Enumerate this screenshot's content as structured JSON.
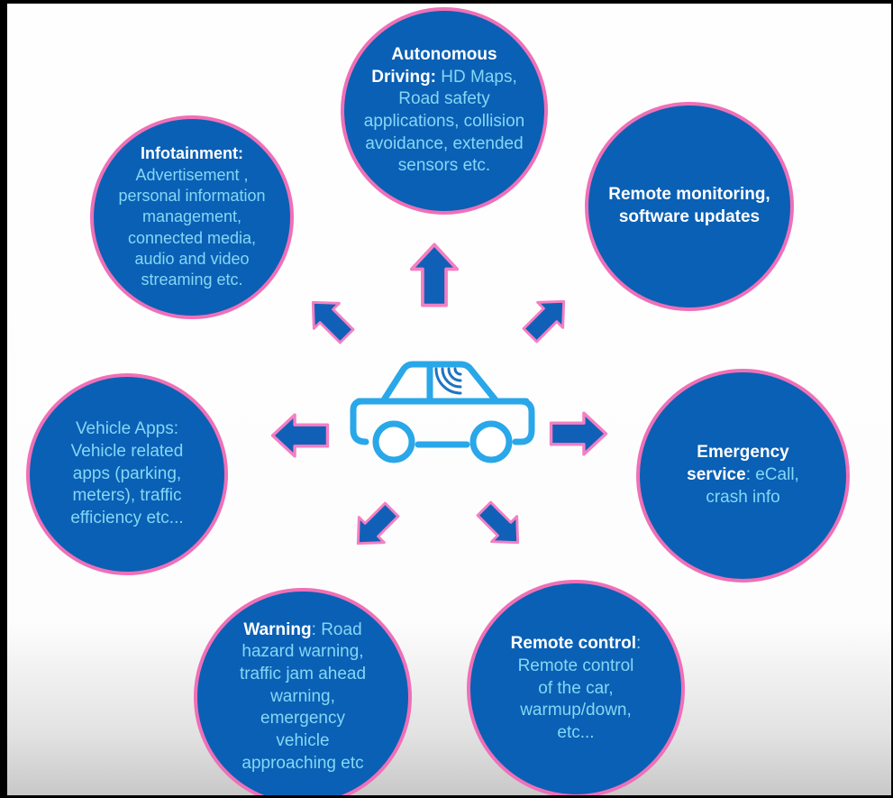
{
  "diagram": {
    "center_icon": "connected-car-icon",
    "colors": {
      "circle_fill": "#0a60b4",
      "circle_border": "#ef70b7",
      "title_text": "#ffffff",
      "body_text": "#85d7f6",
      "arrow_fill": "#1160b8",
      "arrow_border": "#f47fc2",
      "car_outline": "#29a7e9",
      "wifi_signal": "#1d74c0",
      "frame": "#000000",
      "background_bottom": "#c7c7c7"
    },
    "nodes": [
      {
        "id": "autonomous-driving",
        "title": "Autonomous\nDriving:",
        "body": " HD Maps,\nRoad safety\napplications, collision\navoidance, extended\nsensors etc."
      },
      {
        "id": "infotainment",
        "title": "Infotainment:",
        "body": "\nAdvertisement ,\npersonal information\nmanagement,\nconnected media,\naudio and video\nstreaming etc."
      },
      {
        "id": "remote-monitoring",
        "title": "Remote monitoring,\nsoftware updates",
        "body": ""
      },
      {
        "id": "vehicle-apps",
        "title": "",
        "body": "Vehicle Apps:\nVehicle related\napps (parking,\nmeters), traffic\nefficiency etc..."
      },
      {
        "id": "emergency-service",
        "title": "Emergency\nservice",
        "body": ": eCall,\ncrash info"
      },
      {
        "id": "warning",
        "title": "Warning",
        "body": ": Road\nhazard warning,\ntraffic jam ahead\nwarning,\nemergency\nvehicle\napproaching etc"
      },
      {
        "id": "remote-control",
        "title": "Remote control",
        "body": ":\nRemote control\nof the car,\nwarmup/down,\netc..."
      }
    ],
    "arrows": [
      "arrow-up-icon",
      "arrow-up-left-icon",
      "arrow-up-right-icon",
      "arrow-left-icon",
      "arrow-right-icon",
      "arrow-down-left-icon",
      "arrow-down-right-icon"
    ]
  }
}
